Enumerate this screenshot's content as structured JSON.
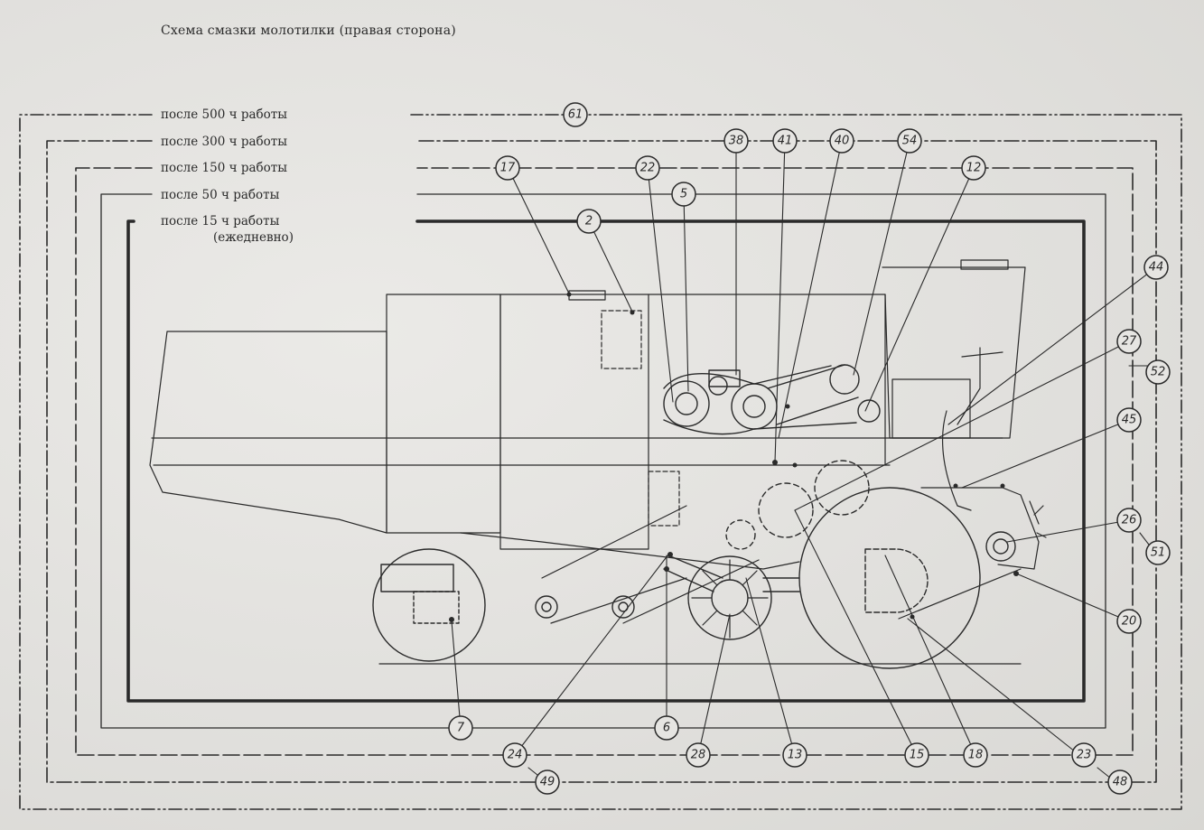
{
  "title": "Схема смазки молотилки (правая сторона)",
  "legend": [
    {
      "id": "l500",
      "label": "после 500 ч работы"
    },
    {
      "id": "l300",
      "label": "после 300 ч работы"
    },
    {
      "id": "l150",
      "label": "после 150 ч работы"
    },
    {
      "id": "l50",
      "label": "после  50 ч работы"
    },
    {
      "id": "l15",
      "label": "после   15 ч работы",
      "sub": "(ежедневно)"
    }
  ],
  "markers": {
    "m61": "61",
    "m38": "38",
    "m41": "41",
    "m40": "40",
    "m54": "54",
    "m17": "17",
    "m22": "22",
    "m12": "12",
    "m5": "5",
    "m2": "2",
    "m44": "44",
    "m27": "27",
    "m52": "52",
    "m45": "45",
    "m26": "26",
    "m51": "51",
    "m20": "20",
    "m7": "7",
    "m6": "6",
    "m24": "24",
    "m28": "28",
    "m13": "13",
    "m15": "15",
    "m18": "18",
    "m23": "23",
    "m49": "49",
    "m48": "48"
  },
  "colors": {
    "ink": "#2a2a2a",
    "paper": "#e3e2df"
  }
}
